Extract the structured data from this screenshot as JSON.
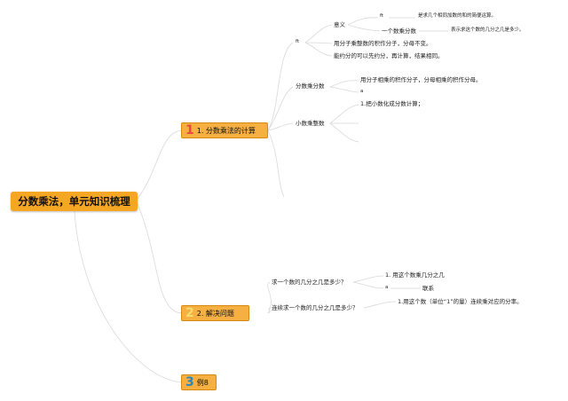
{
  "root": {
    "title": "分数乘法，单元知识梳理"
  },
  "branch1": {
    "number": "1",
    "label": "1. 分数乘法的计算",
    "fenshu_node": "ft",
    "yiyi_label": "意义",
    "yiyi_sub1": "ft",
    "yiyi_sub1_text": "是求几个相同加数的和的简便运算。",
    "yiyi_sub2": "一个数乘分数",
    "yiyi_sub2_text": "表示求这个数的几分之几是多少。",
    "rule1": "用分子乘整数的积作分子，分母不变。",
    "rule2": "能约分的可以先约分，再计算，结果相同。",
    "fs_label": "分数乘分数",
    "fs_text": "用分子相乘的积作分子，分母相乘的积作分母。",
    "fs_sub": "a",
    "xs_label": "小数乘整数",
    "xs_text": "1.把小数化成分数计算；"
  },
  "branch2": {
    "number": "2",
    "label": "2. 解决问题",
    "q1": "求一个数的几分之几是多少？",
    "q1_a": "1. 用这个数乘几分之几",
    "q1_b": "a",
    "q1_c": "联系",
    "q2": "连续求一个数的几分之几是多少？",
    "q2_a": "1.用这个数（单位“1”的量）连续乘对应的分率。"
  },
  "branch3": {
    "number": "3",
    "label": "例8"
  }
}
